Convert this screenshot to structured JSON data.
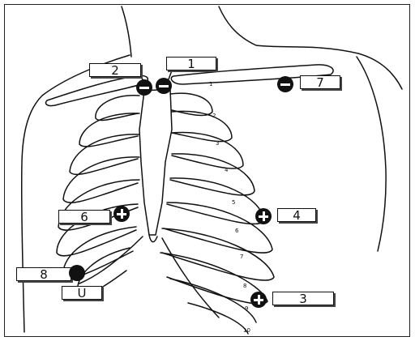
{
  "labels": {
    "l1": "1",
    "l2": "2",
    "l3": "3",
    "l4": "4",
    "l6": "6",
    "l7": "7",
    "l8": "8",
    "lu": "U"
  },
  "rib_numbers": [
    "1",
    "2",
    "3",
    "4",
    "5",
    "6",
    "7",
    "8",
    "9",
    "10"
  ],
  "electrodes": [
    {
      "name": "negative-electrode-left",
      "polarity": "negative"
    },
    {
      "name": "negative-electrode-right",
      "polarity": "negative"
    },
    {
      "name": "negative-electrode-7",
      "polarity": "negative"
    },
    {
      "name": "positive-electrode-6",
      "polarity": "positive"
    },
    {
      "name": "positive-electrode-4",
      "polarity": "positive"
    },
    {
      "name": "positive-electrode-3",
      "polarity": "positive"
    },
    {
      "name": "ground-electrode-8",
      "polarity": "neutral"
    }
  ]
}
